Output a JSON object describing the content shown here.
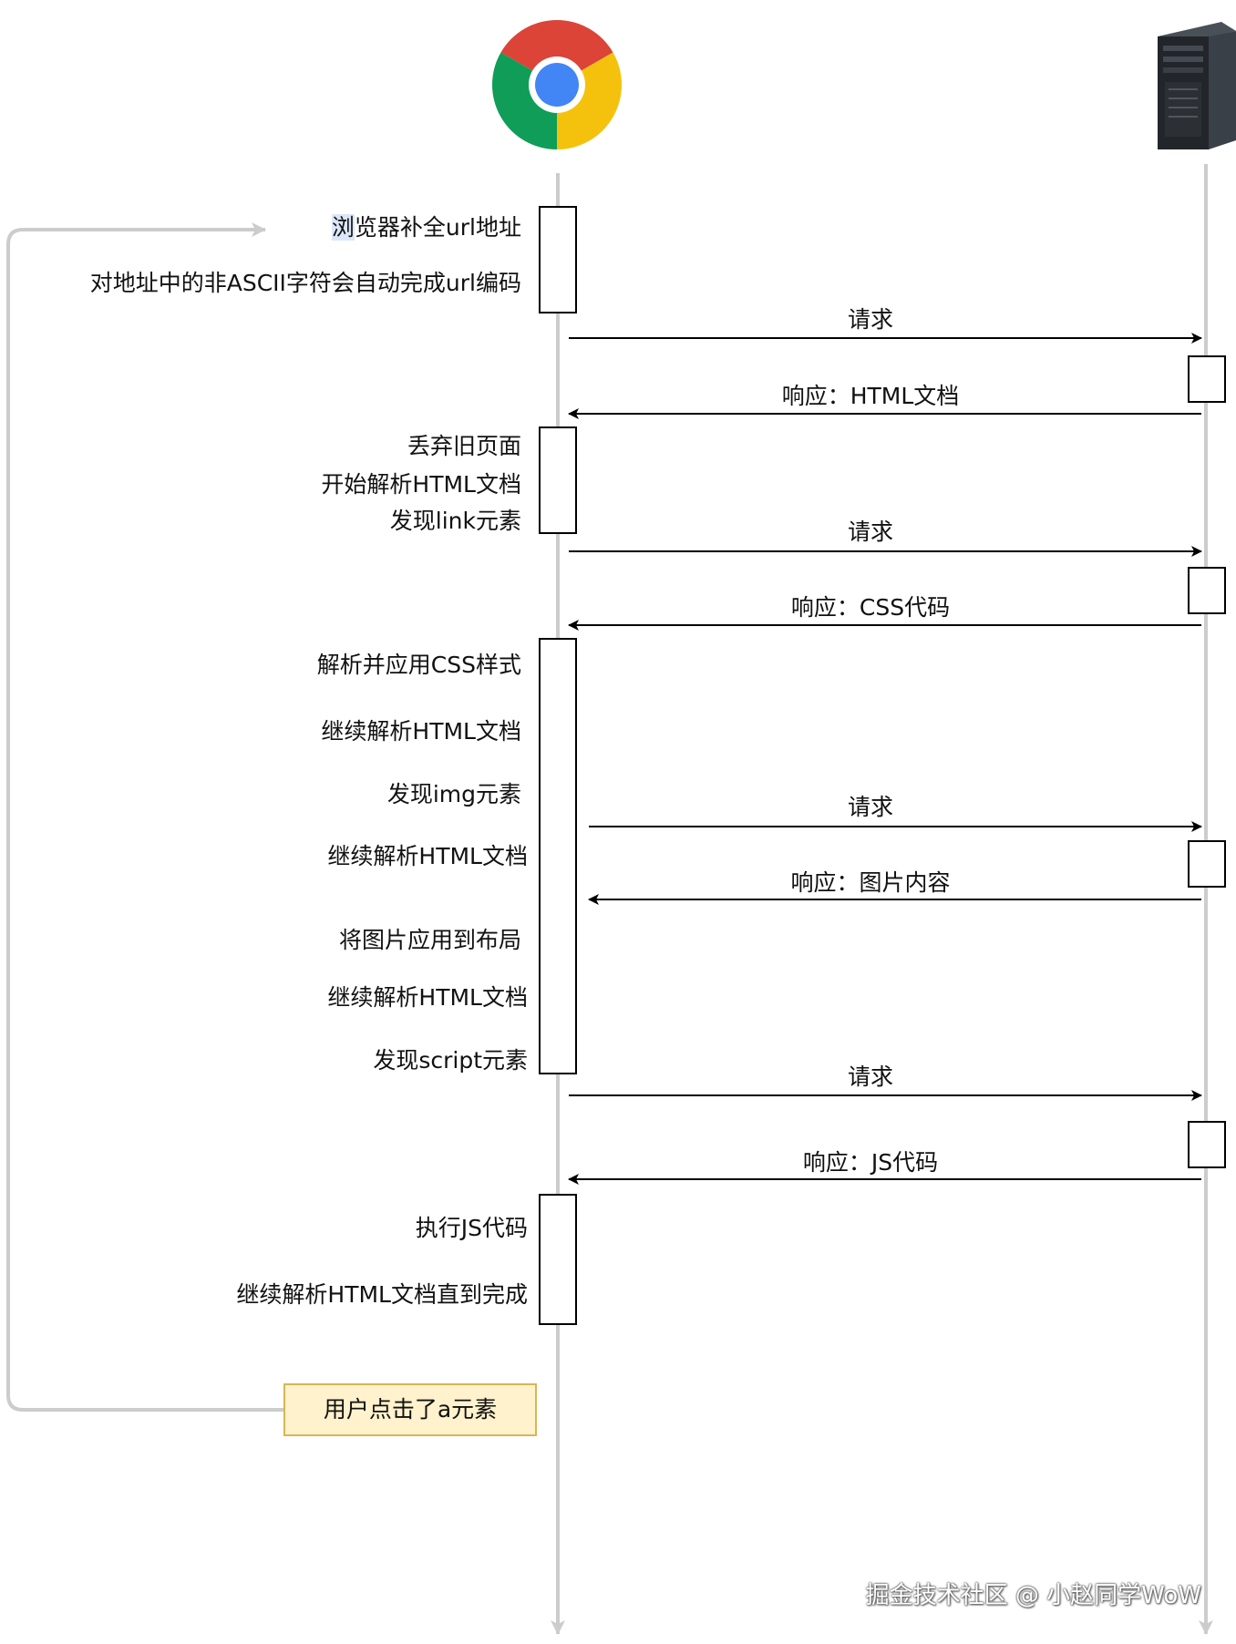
{
  "browser_steps": [
    {
      "label_head": "浏",
      "label_tail": "览器补全url地址"
    },
    {
      "label": "对地址中的非ASCII字符会自动完成url编码"
    },
    {
      "label": "丢弃旧页面"
    },
    {
      "label": "开始解析HTML文档"
    },
    {
      "label": "发现link元素"
    },
    {
      "label": "解析并应用CSS样式"
    },
    {
      "label": "继续解析HTML文档"
    },
    {
      "label": "发现img元素"
    },
    {
      "label": "继续解析HTML文档"
    },
    {
      "label": "将图片应用到布局"
    },
    {
      "label": "继续解析HTML文档"
    },
    {
      "label": "发现script元素"
    },
    {
      "label": "执行JS代码"
    },
    {
      "label": "继续解析HTML文档直到完成"
    }
  ],
  "messages": [
    {
      "label": "请求",
      "direction": "to-server"
    },
    {
      "label": "响应：HTML文档",
      "direction": "to-browser"
    },
    {
      "label": "请求",
      "direction": "to-server"
    },
    {
      "label": "响应：CSS代码",
      "direction": "to-browser"
    },
    {
      "label": "请求",
      "direction": "to-server"
    },
    {
      "label": "响应：图片内容",
      "direction": "to-browser"
    },
    {
      "label": "请求",
      "direction": "to-server"
    },
    {
      "label": "响应：JS代码",
      "direction": "to-browser"
    }
  ],
  "note": {
    "label": "用户点击了a元素"
  },
  "watermark": {
    "label": "掘金技术社区 @ 小赵同学WoW"
  },
  "icons": {
    "browser": "chrome-logo-icon",
    "server": "server-tower-icon"
  },
  "colors": {
    "lifeline": "#cccccc",
    "arrow": "#000000",
    "note_fill": "#fff2cc",
    "note_border": "#d6b656",
    "highlight": "#dbe7f9"
  }
}
